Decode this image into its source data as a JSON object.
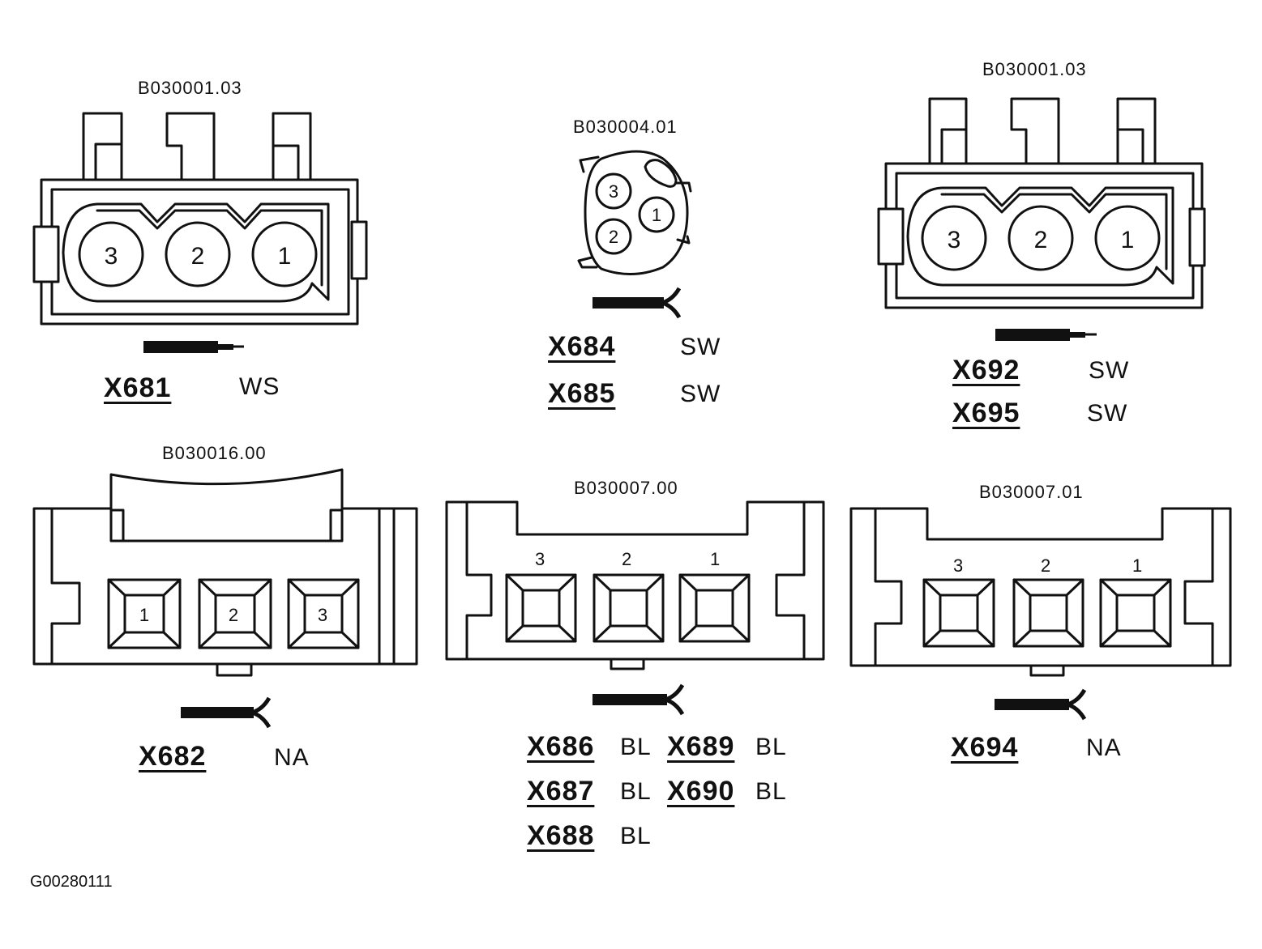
{
  "connectors": [
    {
      "id": "c1",
      "part_code": "B030001.03",
      "pins": [
        "3",
        "2",
        "1"
      ],
      "labels": [
        {
          "number": "X681",
          "color": "WS"
        }
      ]
    },
    {
      "id": "c2",
      "part_code": "B030004.01",
      "pins": [
        "3",
        "1",
        "2"
      ],
      "labels": [
        {
          "number": "X684",
          "color": "SW"
        },
        {
          "number": "X685",
          "color": "SW"
        }
      ]
    },
    {
      "id": "c3",
      "part_code": "B030001.03",
      "pins": [
        "3",
        "2",
        "1"
      ],
      "labels": [
        {
          "number": "X692",
          "color": "SW"
        },
        {
          "number": "X695",
          "color": "SW"
        }
      ]
    },
    {
      "id": "c4",
      "part_code": "B030016.00",
      "pins": [
        "1",
        "2",
        "3"
      ],
      "labels": [
        {
          "number": "X682",
          "color": "NA"
        }
      ]
    },
    {
      "id": "c5",
      "part_code": "B030007.00",
      "pins": [
        "3",
        "2",
        "1"
      ],
      "labels": [
        {
          "number": "X686",
          "color": "BL"
        },
        {
          "number": "X689",
          "color": "BL"
        },
        {
          "number": "X687",
          "color": "BL"
        },
        {
          "number": "X690",
          "color": "BL"
        },
        {
          "number": "X688",
          "color": "BL"
        }
      ]
    },
    {
      "id": "c6",
      "part_code": "B030007.01",
      "pins": [
        "3",
        "2",
        "1"
      ],
      "labels": [
        {
          "number": "X694",
          "color": "NA"
        }
      ]
    }
  ],
  "footer_code": "G00280111",
  "line_color": "#111111",
  "probe_icons": [
    "probe-pin-icon",
    "probe-fork-icon"
  ]
}
